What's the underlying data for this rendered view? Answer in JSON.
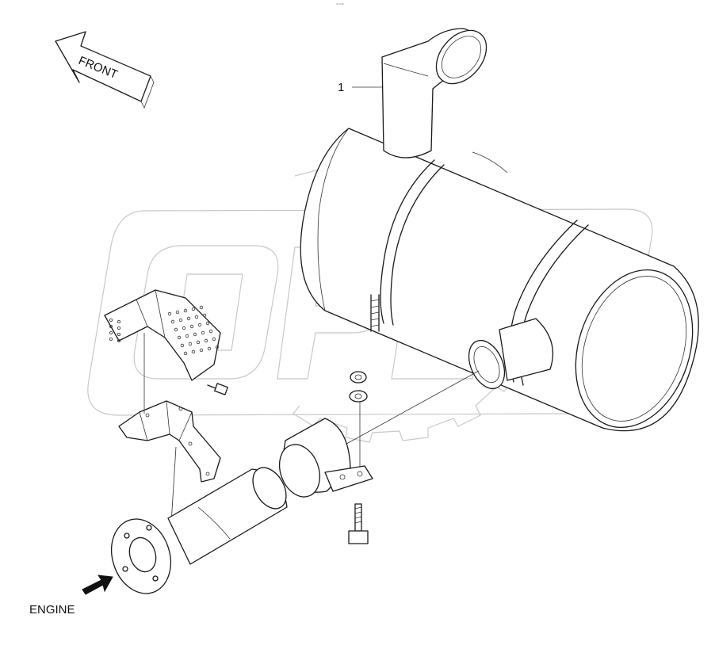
{
  "header": {
    "code": "ºº ºººº"
  },
  "orientation": {
    "front_label": "FRONT"
  },
  "callouts": [
    {
      "id": "callout-1",
      "text": "1"
    }
  ],
  "inlet": {
    "label": "ENGINE"
  },
  "watermark": {
    "text": "OPEX",
    "color": "#c8c8c8"
  },
  "colors": {
    "line": "#1a1a1a",
    "background": "#ffffff"
  }
}
